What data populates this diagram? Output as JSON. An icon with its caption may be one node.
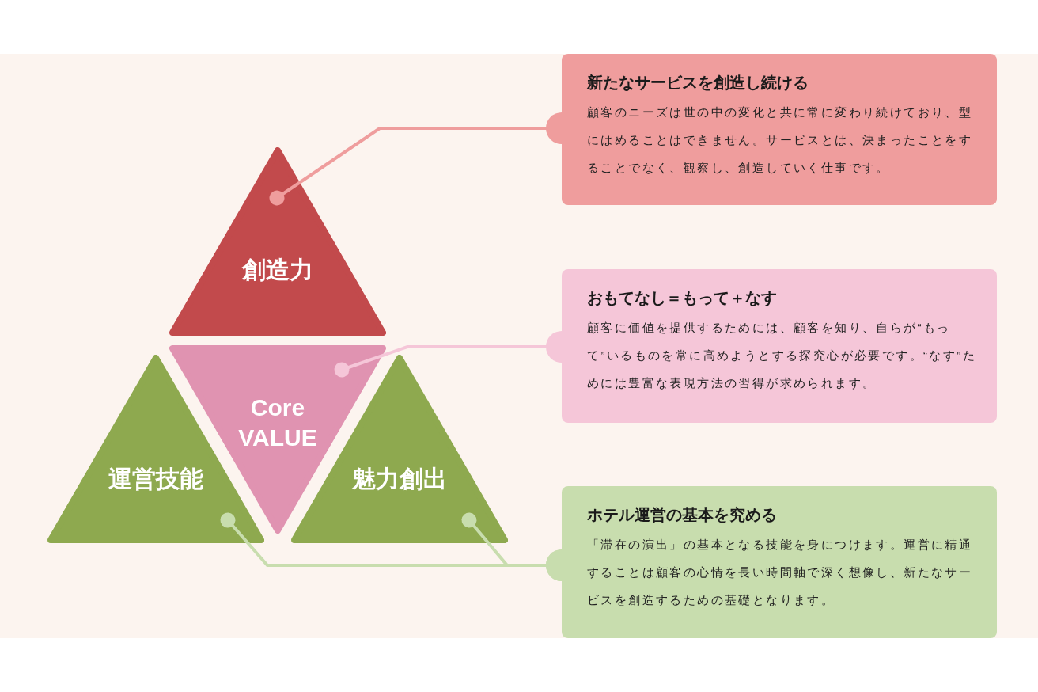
{
  "diagram": {
    "nodes": [
      {
        "text": [
          "創造力"
        ]
      },
      {
        "text": [
          "Core VALUE"
        ]
      },
      {
        "text": [
          "運営技能"
        ]
      },
      {
        "text": [
          "魅力創出"
        ]
      },
      {
        "text": [
          "新たなサービスを創造し続ける",
          "顧客のニーズは世の中の変化と共に常に変わり続けており、型にはめることはできません。サービスとは、決まったことをすることでなく、観察し、創造していく仕事です。"
        ]
      },
      {
        "text": [
          "おもてなし＝もって＋なす",
          "顧客に価値を提供するためには、顧客を知り、自らが“もって”いるものを常に高めようとする探究心が必要です。“なす”ためには豊富な表現方法の習得が求められます。"
        ]
      },
      {
        "text": [
          "ホテル運営の基本を究める",
          "「滞在の演出」の基本となる技能を身につけます。運営に精通することは顧客の心情を長い時間軸で深く想像し、新たなサービスを創造するための基礎となります。"
        ]
      }
    ],
    "edges": [
      {
        "from": 0,
        "to": 4,
        "arrow": "other",
        "color": "#ef9d9d"
      },
      {
        "from": 1,
        "to": 5,
        "arrow": "other",
        "color": "#f5c6d8"
      },
      {
        "from": 2,
        "to": 6,
        "arrow": "other",
        "color": "#c8ddae"
      },
      {
        "from": 3,
        "to": 6,
        "arrow": "other",
        "color": "#c8ddae"
      }
    ]
  }
}
